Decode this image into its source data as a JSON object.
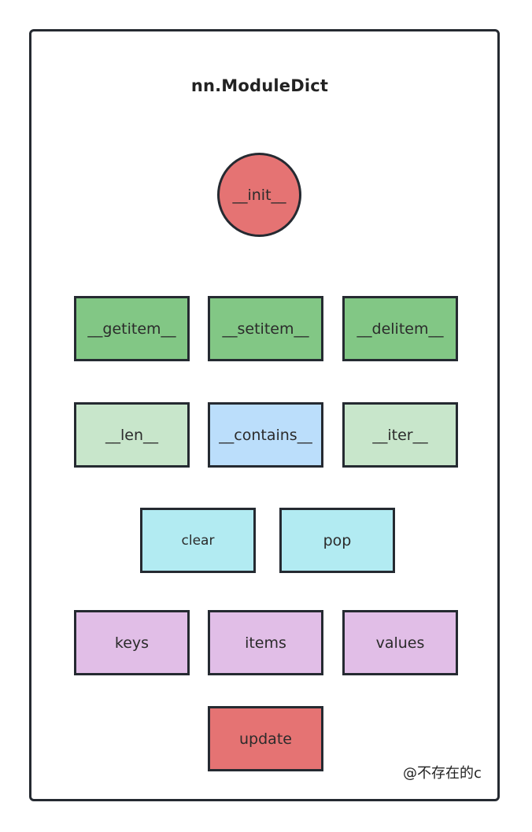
{
  "diagram": {
    "title": "nn.ModuleDict",
    "nodes": {
      "init": {
        "label": "__init__",
        "color": "#e57373"
      },
      "getitem": {
        "label": "__getitem__",
        "color": "#82c785"
      },
      "setitem": {
        "label": "__setitem__",
        "color": "#82c785"
      },
      "delitem": {
        "label": "__delitem__",
        "color": "#82c785"
      },
      "len": {
        "label": "__len__",
        "color": "#c8e6cb"
      },
      "contains": {
        "label": "__contains__",
        "color": "#bbdefb"
      },
      "iter": {
        "label": "__iter__",
        "color": "#c8e6cb"
      },
      "clear": {
        "label": "clear",
        "color": "#b2ebf2"
      },
      "pop": {
        "label": "pop",
        "color": "#b2ebf2"
      },
      "keys": {
        "label": "keys",
        "color": "#e1bee7"
      },
      "items": {
        "label": "items",
        "color": "#e1bee7"
      },
      "values": {
        "label": "values",
        "color": "#e1bee7"
      },
      "update": {
        "label": "update",
        "color": "#e57373"
      }
    },
    "watermark": "@不存在的c",
    "border_color": "#252a31"
  }
}
